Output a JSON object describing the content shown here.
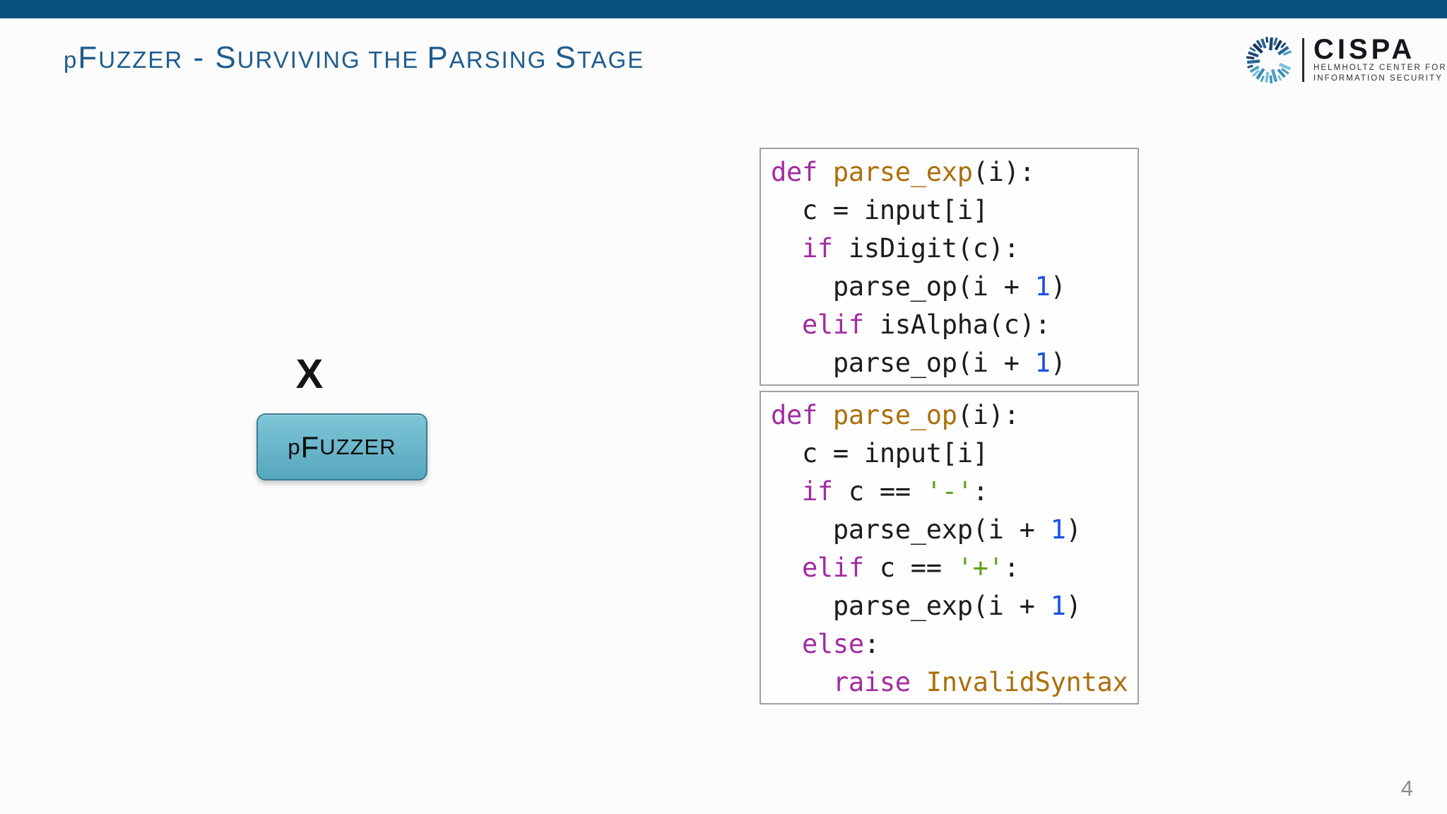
{
  "slide": {
    "title_text": "pFuzzer - Surviving the Parsing Stage",
    "title_segments": [
      {
        "text": "p",
        "style": "lower"
      },
      {
        "text": "F",
        "style": "big"
      },
      {
        "text": "UZZER",
        "style": "small"
      },
      {
        "text": " - ",
        "style": "big"
      },
      {
        "text": "S",
        "style": "big"
      },
      {
        "text": "URVIVING ",
        "style": "small"
      },
      {
        "text": "THE ",
        "style": "small"
      },
      {
        "text": "P",
        "style": "big"
      },
      {
        "text": "ARSING ",
        "style": "small"
      },
      {
        "text": "S",
        "style": "big"
      },
      {
        "text": "TAGE",
        "style": "small"
      }
    ],
    "page_number": "4"
  },
  "logo": {
    "icon": "cispa-ring-icon",
    "wordmark": "CISPA",
    "subtitle_lines": [
      "HELMHOLTZ CENTER FOR",
      "INFORMATION SECURITY"
    ]
  },
  "diagram": {
    "input_label": "X",
    "button_text": "pFuzzer",
    "button_segments": [
      {
        "text": "p",
        "style": "lower"
      },
      {
        "text": "F",
        "style": "big"
      },
      {
        "text": "UZZER",
        "style": "small"
      }
    ]
  },
  "colors": {
    "top_bar": "#0b5180",
    "title": "#1e5c8d",
    "button_top": "#7ec5d7",
    "button_bottom": "#57a7be",
    "button_border": "#3b7e93",
    "code_keyword": "#a12ca1",
    "code_function": "#ab700c",
    "code_number": "#1a4fe8",
    "code_string": "#5ea31e",
    "code_plain": "#1c1c1c"
  },
  "code_boxes": [
    {
      "name": "parse_exp",
      "lines": [
        [
          {
            "t": "def ",
            "c": "keyword"
          },
          {
            "t": "parse_exp",
            "c": "function"
          },
          {
            "t": "(i):",
            "c": "plain"
          }
        ],
        [
          {
            "t": "  c = input[i]",
            "c": "plain"
          }
        ],
        [
          {
            "t": "  ",
            "c": "plain"
          },
          {
            "t": "if ",
            "c": "keyword"
          },
          {
            "t": "isDigit(c):",
            "c": "plain"
          }
        ],
        [
          {
            "t": "    parse_op(i + ",
            "c": "plain"
          },
          {
            "t": "1",
            "c": "number"
          },
          {
            "t": ")",
            "c": "plain"
          }
        ],
        [
          {
            "t": "  ",
            "c": "plain"
          },
          {
            "t": "elif ",
            "c": "keyword"
          },
          {
            "t": "isAlpha(c):",
            "c": "plain"
          }
        ],
        [
          {
            "t": "    parse_op(i + ",
            "c": "plain"
          },
          {
            "t": "1",
            "c": "number"
          },
          {
            "t": ")",
            "c": "plain"
          }
        ]
      ]
    },
    {
      "name": "parse_op",
      "lines": [
        [
          {
            "t": "def ",
            "c": "keyword"
          },
          {
            "t": "parse_op",
            "c": "function"
          },
          {
            "t": "(i):",
            "c": "plain"
          }
        ],
        [
          {
            "t": "  c = input[i]",
            "c": "plain"
          }
        ],
        [
          {
            "t": "  ",
            "c": "plain"
          },
          {
            "t": "if ",
            "c": "keyword"
          },
          {
            "t": "c == ",
            "c": "plain"
          },
          {
            "t": "'-'",
            "c": "string"
          },
          {
            "t": ":",
            "c": "plain"
          }
        ],
        [
          {
            "t": "    parse_exp(i + ",
            "c": "plain"
          },
          {
            "t": "1",
            "c": "number"
          },
          {
            "t": ")",
            "c": "plain"
          }
        ],
        [
          {
            "t": "  ",
            "c": "plain"
          },
          {
            "t": "elif ",
            "c": "keyword"
          },
          {
            "t": "c == ",
            "c": "plain"
          },
          {
            "t": "'+'",
            "c": "string"
          },
          {
            "t": ":",
            "c": "plain"
          }
        ],
        [
          {
            "t": "    parse_exp(i + ",
            "c": "plain"
          },
          {
            "t": "1",
            "c": "number"
          },
          {
            "t": ")",
            "c": "plain"
          }
        ],
        [
          {
            "t": "  ",
            "c": "plain"
          },
          {
            "t": "else",
            "c": "keyword"
          },
          {
            "t": ":",
            "c": "plain"
          }
        ],
        [
          {
            "t": "    ",
            "c": "plain"
          },
          {
            "t": "raise ",
            "c": "keyword"
          },
          {
            "t": "InvalidSyntax",
            "c": "function"
          }
        ]
      ]
    }
  ]
}
